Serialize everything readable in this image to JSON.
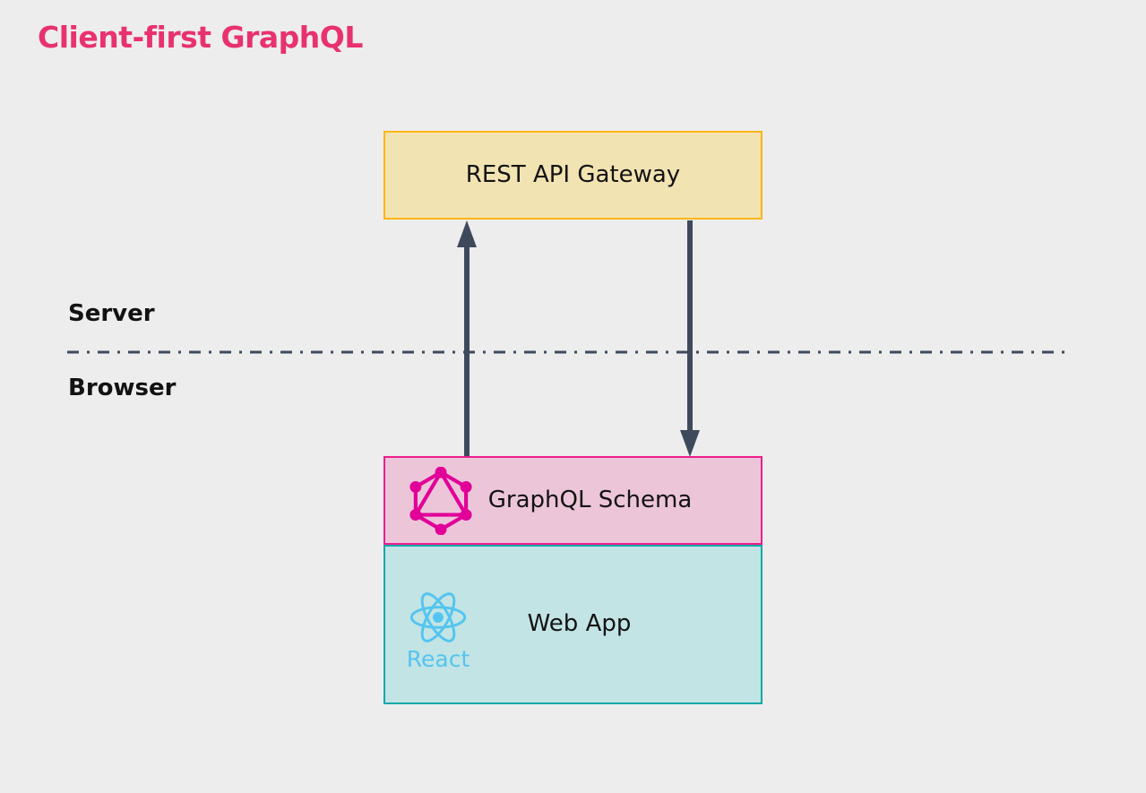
{
  "page": {
    "title": "Client-first GraphQL"
  },
  "zones": {
    "server": "Server",
    "browser": "Browser"
  },
  "nodes": {
    "gateway": {
      "label": "REST API Gateway"
    },
    "schema": {
      "label": "GraphQL Schema",
      "icon": "graphql-logo"
    },
    "webapp": {
      "label": "Web App",
      "icon": "react-logo",
      "icon_caption": "React"
    }
  },
  "edges": [
    {
      "from": "GraphQL Schema",
      "to": "REST API Gateway",
      "direction": "up"
    },
    {
      "from": "REST API Gateway",
      "to": "GraphQL Schema",
      "direction": "down"
    }
  ],
  "colors": {
    "background": "#EDEDEE",
    "title": "#E8326F",
    "text": "#131313",
    "gateway_fill": "#F2E3B2",
    "gateway_border": "#FCB614",
    "schema_fill": "#ECC5D9",
    "schema_border": "#EC1E8D",
    "webapp_fill": "#C2E4E4",
    "webapp_border": "#0FA8A8",
    "graphql_logo": "#E10098",
    "react_logo": "#54C5F0",
    "arrow": "#3E4A5C",
    "divider": "#3E4A5C"
  }
}
